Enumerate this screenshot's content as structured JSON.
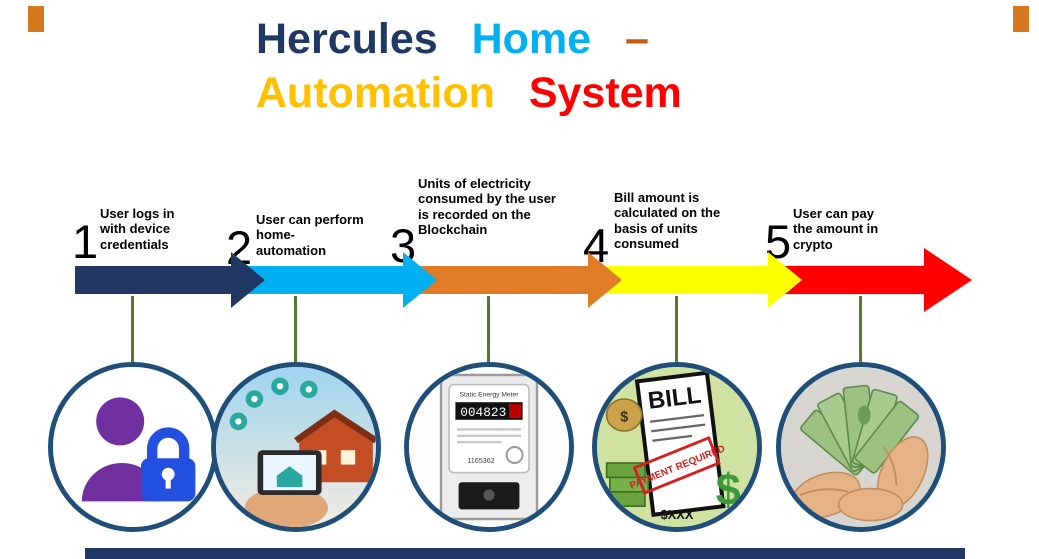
{
  "title": {
    "word1": "Hercules",
    "word2": "Home",
    "dash": "–",
    "word3": "Automation",
    "word4": "System"
  },
  "steps": [
    {
      "number": "1",
      "label": "User logs in with device credentials",
      "arrow_color": "#203864",
      "icon": "user-lock-icon"
    },
    {
      "number": "2",
      "label": "User can perform home-automation",
      "arrow_color": "#00B0F0",
      "icon": "home-automation-photo"
    },
    {
      "number": "3",
      "label": "Units of electricity consumed by the user is recorded on the Blockchain",
      "arrow_color": "#E07B28",
      "icon": "energy-meter-photo"
    },
    {
      "number": "4",
      "label": "Bill amount  is calculated on the basis of units consumed",
      "arrow_color": "#FFFF00",
      "icon": "bill-payment-photo"
    },
    {
      "number": "5",
      "label": "User can pay the amount in crypto",
      "arrow_color": "#FF0000",
      "icon": "cash-hands-photo"
    }
  ],
  "bill_graphic": {
    "title": "BILL",
    "stamp": "PAYMENT REQUIRED",
    "amount": "$XXX",
    "dollar": "$"
  },
  "meter_graphic": {
    "label": "Static Energy Meter",
    "serial": "1165362",
    "display": "004823"
  },
  "colors": {
    "title_navy": "#1F3864",
    "title_cyan": "#00B0F0",
    "title_orange": "#C55A11",
    "title_gold": "#FFC000",
    "title_red": "#FF0000",
    "connector_green": "#4E7D2E",
    "circle_ring_navy": "#1F4E79",
    "footer_navy": "#1F3864",
    "corner_accent_orange": "#D6781E"
  }
}
